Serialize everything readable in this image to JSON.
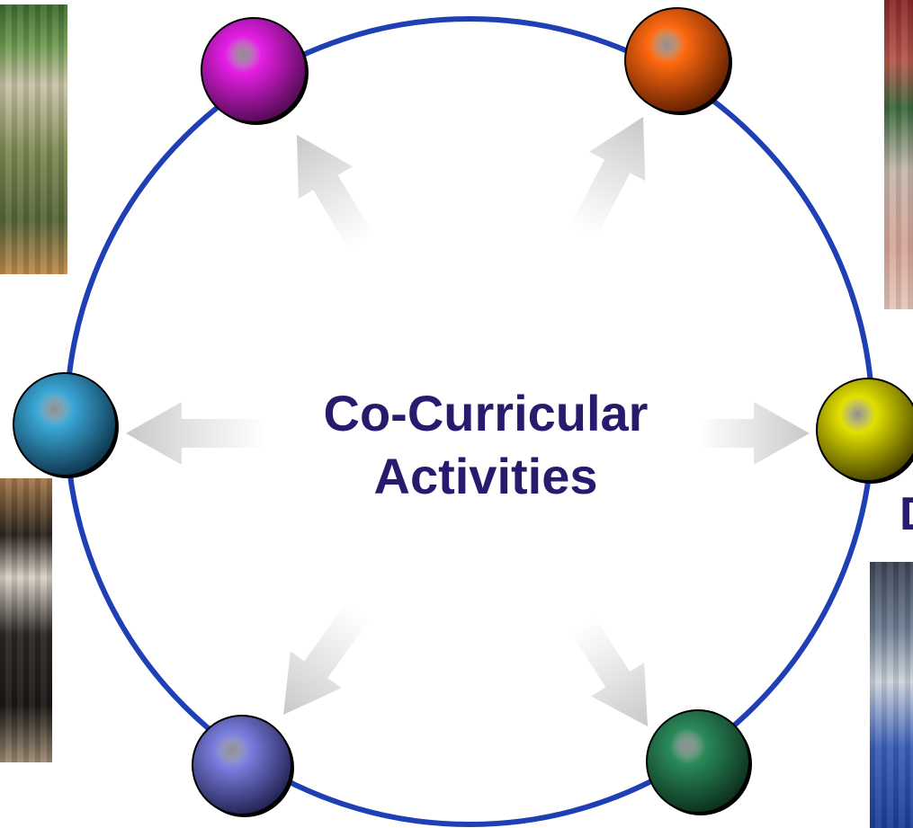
{
  "center": {
    "line1": "Co-Curricular",
    "line2": "Activities"
  },
  "partial_label": "D",
  "nodes": [
    {
      "id": "top-left",
      "color": "#e61ee6",
      "dark": "#4a0a4a"
    },
    {
      "id": "top-right",
      "color": "#ff6a10",
      "dark": "#5a1c00"
    },
    {
      "id": "left",
      "color": "#3aa8d8",
      "dark": "#0c2e44"
    },
    {
      "id": "right",
      "color": "#e2e000",
      "dark": "#3e3a00"
    },
    {
      "id": "bottom-left",
      "color": "#7b7fe0",
      "dark": "#1c1d4a"
    },
    {
      "id": "bottom-right",
      "color": "#2a8a5a",
      "dark": "#0a2a18"
    }
  ],
  "colors": {
    "ring": "#1f3fb4",
    "text": "#2a1a6e",
    "arrow": "#c8c8c8"
  },
  "photos": [
    {
      "id": "scouts-photo"
    },
    {
      "id": "orchestra-photo"
    },
    {
      "id": "top-right-photo"
    },
    {
      "id": "bottom-right-photo"
    }
  ]
}
